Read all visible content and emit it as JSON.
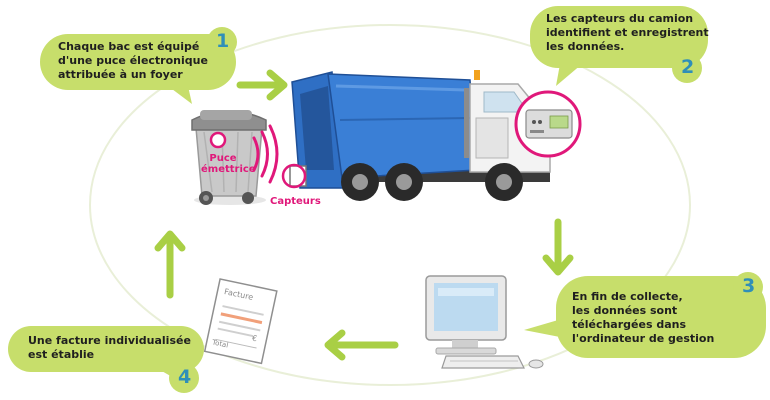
{
  "colors": {
    "bubble": "#c7de6b",
    "arrow": "#a9cf45",
    "step_number": "#2f8fb8",
    "accent_pink": "#e0187a",
    "truck_blue": "#2f6fc4"
  },
  "steps": [
    {
      "number": "1",
      "line1": "Chaque bac est équipé",
      "line2": "d'une puce électronique",
      "line3": "attribuée à un foyer"
    },
    {
      "number": "2",
      "line1": "Les capteurs du camion",
      "line2": "identifient et enregistrent",
      "line3": "les données."
    },
    {
      "number": "3",
      "line1": "En fin de collecte,",
      "line2": "les données sont",
      "line3": "téléchargées dans",
      "line4": "l'ordinateur de gestion"
    },
    {
      "number": "4",
      "line1": "Une facture individualisée",
      "line2": "est établie"
    }
  ],
  "labels": {
    "chip_line1": "Puce",
    "chip_line2": "émettrice",
    "sensors": "Capteurs"
  },
  "invoice": {
    "title": "Facture",
    "total": "Total",
    "currency": "€"
  }
}
